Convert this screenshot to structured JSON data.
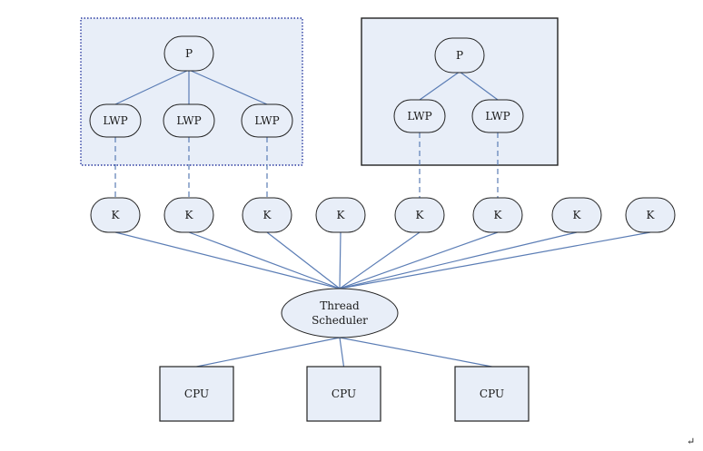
{
  "colors": {
    "box_fill": "#e8eef8",
    "node_fill": "#e8eef8",
    "edge": "#5b7db5",
    "outline": "#222222",
    "dotted_outline": "#2a3aa0"
  },
  "process_label": "P",
  "lwp_label": "LWP",
  "kernel_label": "K",
  "scheduler": {
    "line1": "Thread",
    "line2": "Scheduler"
  },
  "cpu_label": "CPU",
  "corner_mark": "↵",
  "processes": [
    {
      "lwp_count": 3,
      "style": "dotted"
    },
    {
      "lwp_count": 2,
      "style": "solid"
    }
  ],
  "kernel_thread_count": 8,
  "cpu_count": 3
}
